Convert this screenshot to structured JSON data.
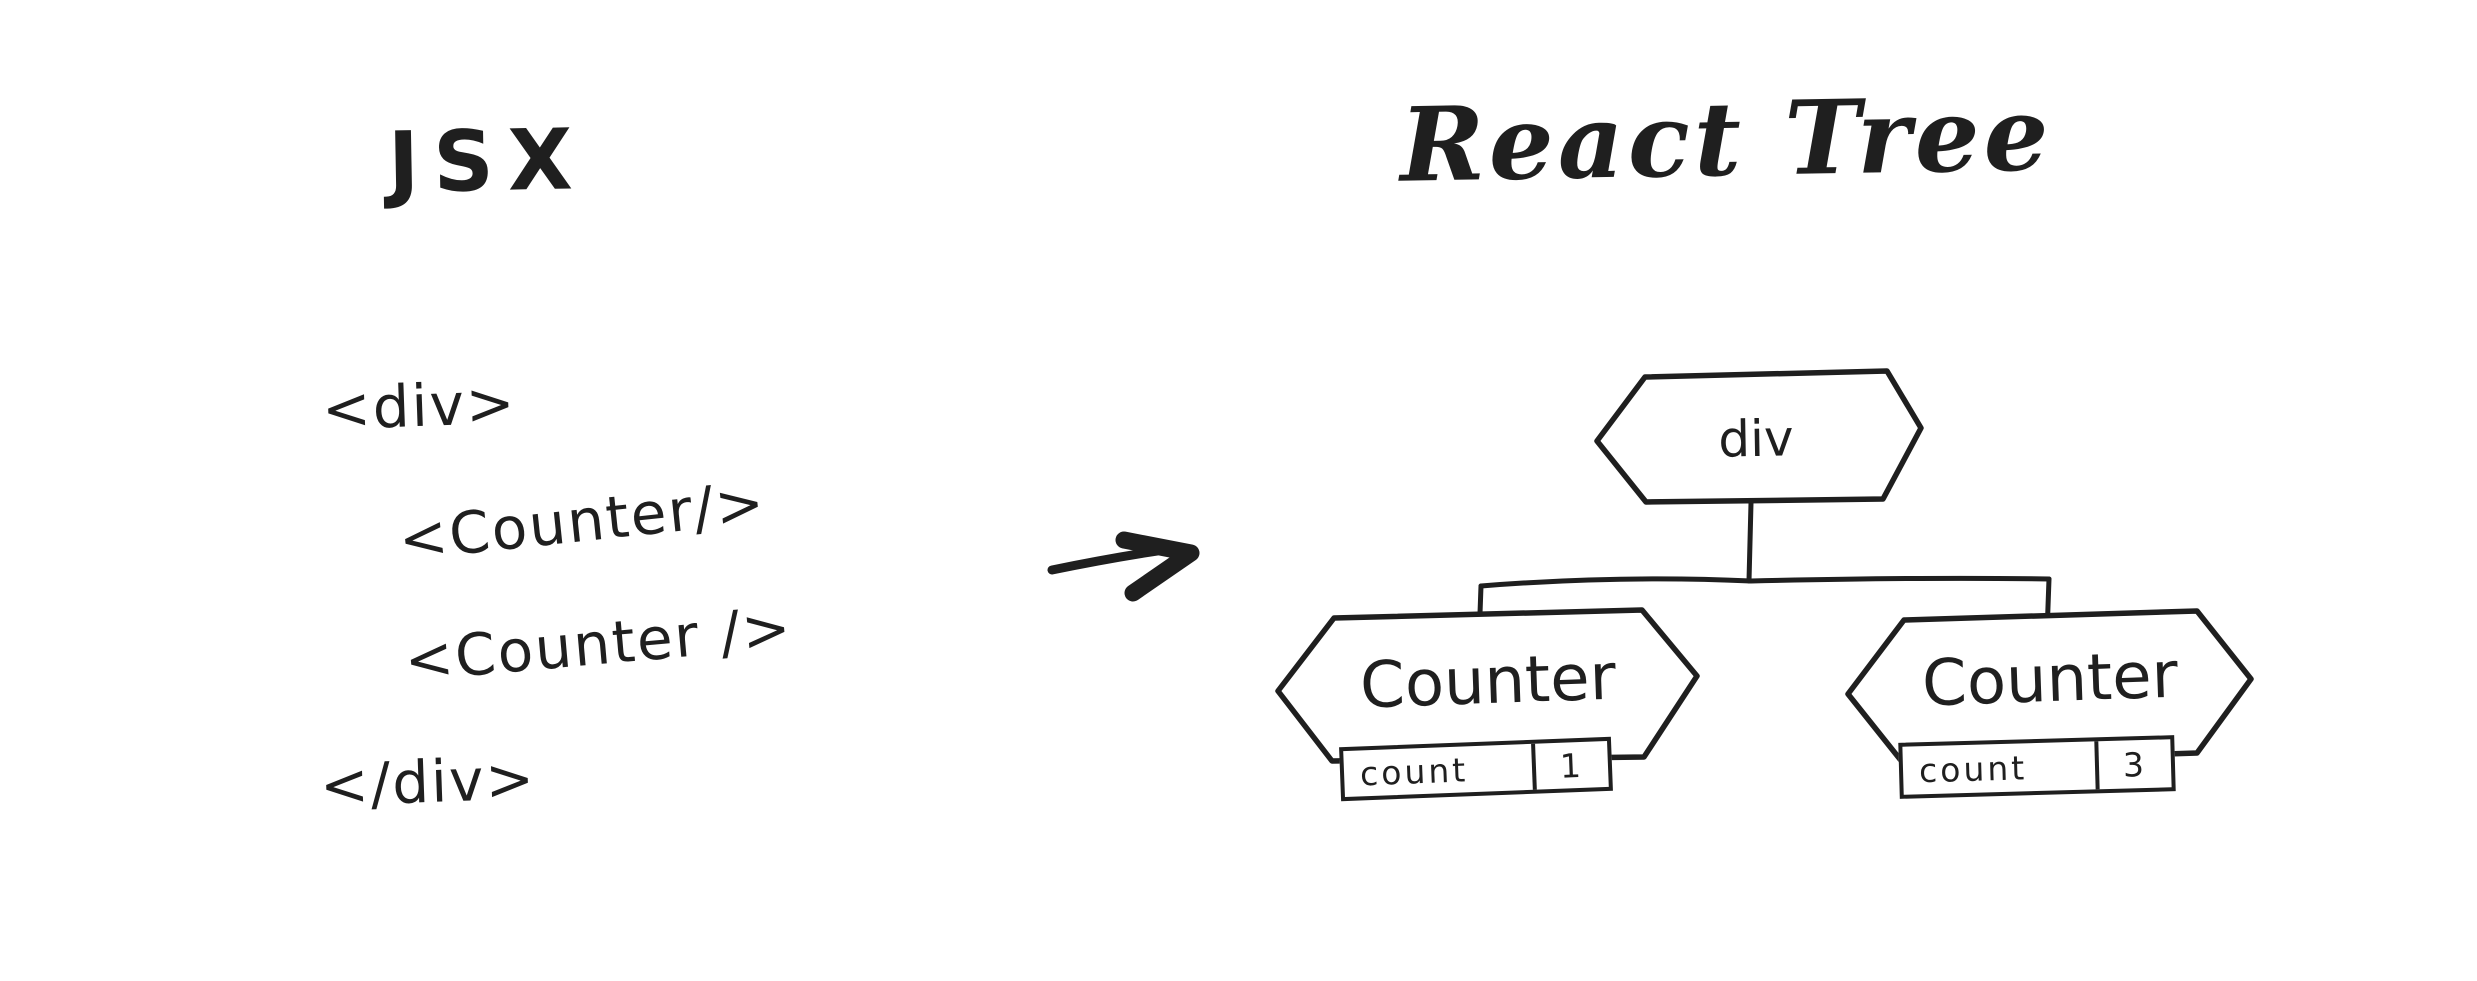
{
  "left_panel": {
    "title": "JSX",
    "code_lines": [
      "<div>",
      "<Counter/>",
      "<Counter />",
      "</div>"
    ]
  },
  "icons": {
    "arrow": "right-arrow"
  },
  "right_panel": {
    "title": "React Tree",
    "tree": {
      "root": {
        "label": "div"
      },
      "children": [
        {
          "label": "Counter",
          "state": {
            "key": "count",
            "value": "1"
          }
        },
        {
          "label": "Counter",
          "state": {
            "key": "count",
            "value": "3"
          }
        }
      ]
    }
  },
  "colors": {
    "ink": "#1f1f1f",
    "background": "#ffffff"
  }
}
